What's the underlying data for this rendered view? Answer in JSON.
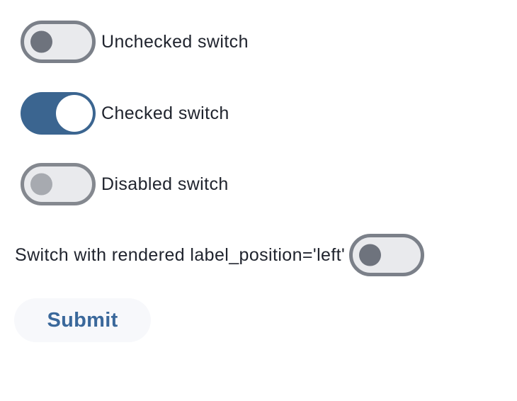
{
  "page": {
    "background": "#ffffff"
  },
  "colors": {
    "page_bg": "#ffffff",
    "label_text": "#20242e",
    "track_off_bg": "#e9eaed",
    "track_off_border": "#7b8089",
    "thumb_off": "#6e737d",
    "track_on_bg": "#3b6590",
    "thumb_on": "#ffffff",
    "track_disabled_border": "#84888f",
    "thumb_disabled": "#a7aab0",
    "submit_bg": "#f7f8fb",
    "submit_text": "#3a689b"
  },
  "switches": [
    {
      "label": "Unchecked switch",
      "checked": false,
      "disabled": false,
      "label_position": "right"
    },
    {
      "label": "Checked switch",
      "checked": true,
      "disabled": false,
      "label_position": "right"
    },
    {
      "label": "Disabled switch",
      "checked": false,
      "disabled": true,
      "label_position": "right"
    },
    {
      "label": "Switch with rendered label_position='left'",
      "checked": false,
      "disabled": false,
      "label_position": "left"
    }
  ],
  "submit_button": {
    "label": "Submit"
  }
}
